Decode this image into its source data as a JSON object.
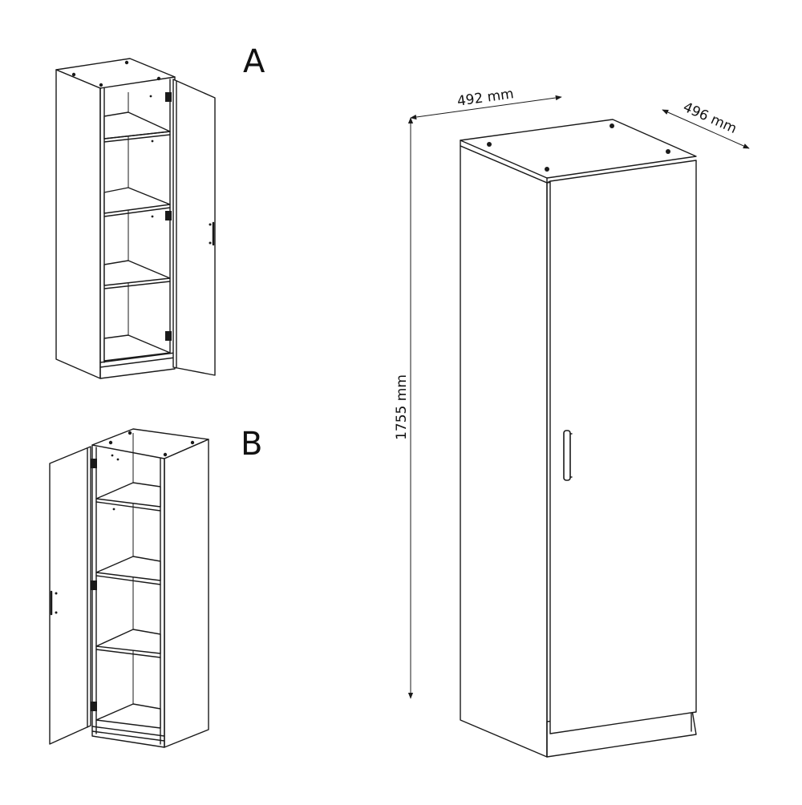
{
  "views": {
    "a": {
      "label": "A"
    },
    "b": {
      "label": "B"
    }
  },
  "dimensions": {
    "width": "492 mm",
    "depth": "496 mm",
    "height": "1755 mm"
  }
}
